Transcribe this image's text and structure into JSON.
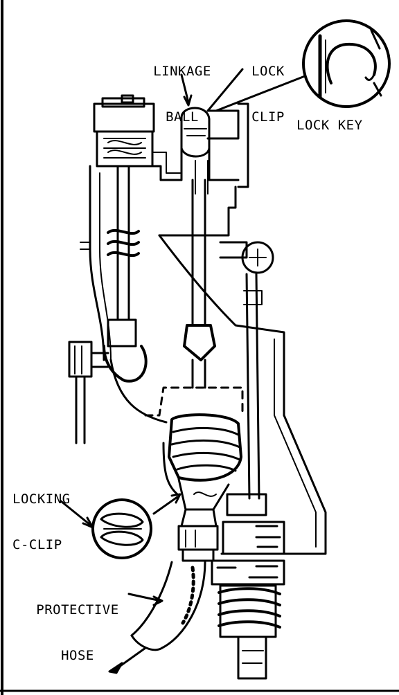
{
  "labels": {
    "linkage_ball": [
      "LINKAGE",
      "BALL"
    ],
    "lock_clip": [
      "LOCK",
      "CLIP"
    ],
    "lock_key": "LOCK KEY",
    "locking_c_clip": [
      "LOCKING",
      "C-CLIP"
    ],
    "protective_hose": [
      "PROTECTIVE",
      "HOSE"
    ]
  },
  "colors": {
    "ink": "#000000",
    "paper": "#ffffff"
  }
}
